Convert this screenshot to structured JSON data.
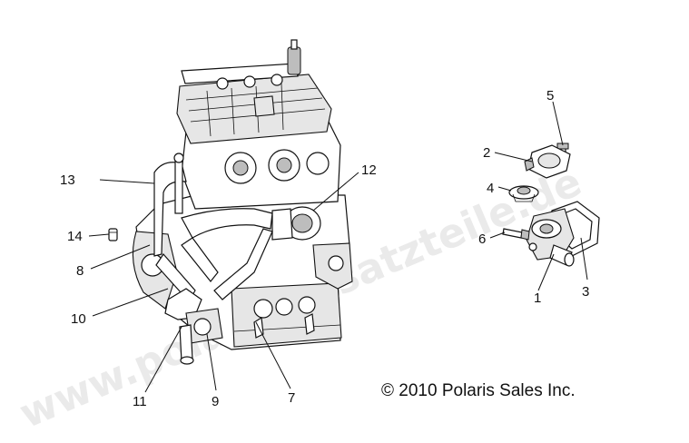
{
  "diagram": {
    "callouts": [
      {
        "id": "1",
        "label": "1"
      },
      {
        "id": "2",
        "label": "2"
      },
      {
        "id": "3",
        "label": "3"
      },
      {
        "id": "4",
        "label": "4"
      },
      {
        "id": "5",
        "label": "5"
      },
      {
        "id": "6",
        "label": "6"
      },
      {
        "id": "7",
        "label": "7"
      },
      {
        "id": "8",
        "label": "8"
      },
      {
        "id": "9",
        "label": "9"
      },
      {
        "id": "10",
        "label": "10"
      },
      {
        "id": "11",
        "label": "11"
      },
      {
        "id": "12",
        "label": "12"
      },
      {
        "id": "13",
        "label": "13"
      },
      {
        "id": "14",
        "label": "14"
      }
    ],
    "copyright": "© 2010 Polaris Sales Inc.",
    "watermark": "www.polaris-ersatzteile.de"
  }
}
